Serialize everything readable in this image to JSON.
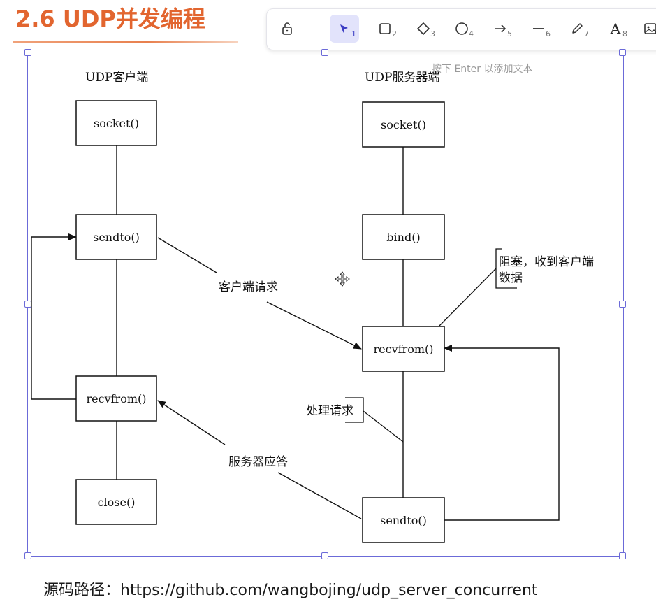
{
  "title": "2.6 UDP并发编程",
  "toolbar": {
    "tools": [
      {
        "name": "lock-icon",
        "glyph": "🔓",
        "num": ""
      },
      {
        "name": "select-tool",
        "glyph": "➚",
        "num": "1"
      },
      {
        "name": "rectangle-tool",
        "glyph": "□",
        "num": "2"
      },
      {
        "name": "diamond-tool",
        "glyph": "◇",
        "num": "3"
      },
      {
        "name": "ellipse-tool",
        "glyph": "○",
        "num": "4"
      },
      {
        "name": "arrow-tool",
        "glyph": "→",
        "num": "5"
      },
      {
        "name": "line-tool",
        "glyph": "—",
        "num": "6"
      },
      {
        "name": "pencil-tool",
        "glyph": "✎",
        "num": "7"
      },
      {
        "name": "text-tool",
        "glyph": "A",
        "num": "8"
      },
      {
        "name": "image-tool",
        "glyph": "▣",
        "num": ""
      }
    ],
    "hint": "按下 Enter 以添加文本"
  },
  "diagram": {
    "client_heading": "UDP客户端",
    "server_heading": "UDP服务器端",
    "client_boxes": {
      "socket": "socket()",
      "sendto": "sendto()",
      "recvfrom": "recvfrom()",
      "close": "close()"
    },
    "server_boxes": {
      "socket": "socket()",
      "bind": "bind()",
      "recvfrom": "recvfrom()",
      "sendto": "sendto()"
    },
    "labels": {
      "request": "客户端请求",
      "reply": "服务器应答",
      "blocking_line1": "阻塞，收到客户端",
      "blocking_line2": "数据",
      "process": "处理请求"
    }
  },
  "footer": "源码路径：https://github.com/wangbojing/udp_server_concurrent"
}
